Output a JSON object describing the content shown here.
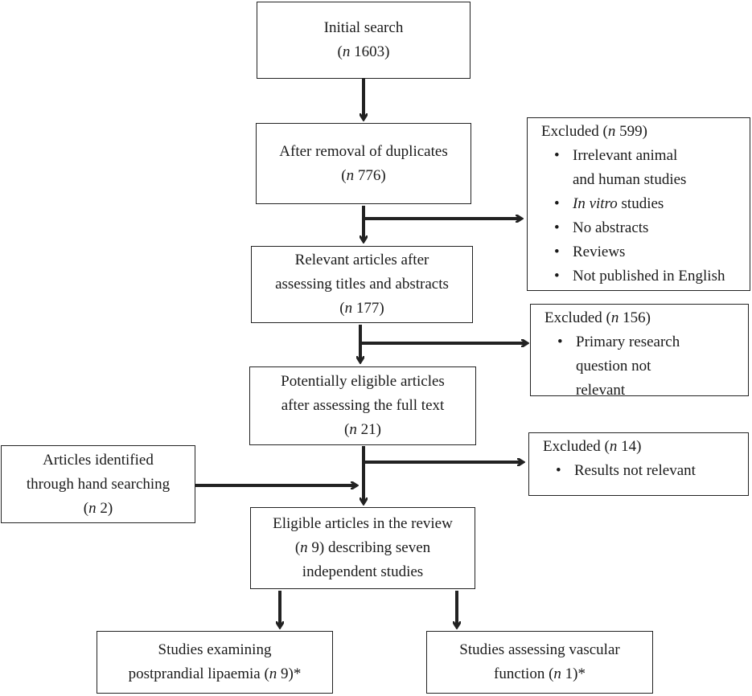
{
  "boxes": {
    "initial": {
      "label": "Initial search",
      "n_prefix": "(",
      "n_italic": "n",
      "n_value": " 1603)"
    },
    "dedup": {
      "label": "After removal of duplicates",
      "n_prefix": "(",
      "n_italic": "n",
      "n_value": " 776)"
    },
    "relevant": {
      "line1": "Relevant articles after",
      "line2": "assessing titles and abstracts",
      "n_prefix": "(",
      "n_italic": "n",
      "n_value": " 177)"
    },
    "potential": {
      "line1": "Potentially eligible articles",
      "line2": "after assessing the full text",
      "n_prefix": "(",
      "n_italic": "n",
      "n_value": " 21)"
    },
    "hand": {
      "line1": "Articles identified",
      "line2": "through hand searching",
      "n_prefix": "(",
      "n_italic": "n",
      "n_value": " 2)"
    },
    "eligible": {
      "line1": "Eligible articles in the review",
      "line2_prefix": "(",
      "line2_italic": "n",
      "line2_rest": " 9) describing seven",
      "line3": "independent studies"
    },
    "lipaemia": {
      "line1": "Studies examining",
      "line2_prefix": "postprandial lipaemia (",
      "line2_italic": "n",
      "line2_rest": " 9)*"
    },
    "vascular": {
      "line1": "Studies assessing vascular",
      "line2_prefix": "function (",
      "line2_italic": "n",
      "line2_rest": " 1)*"
    }
  },
  "excluded": {
    "ex1": {
      "title_prefix": "Excluded (",
      "title_italic": "n",
      "title_rest": " 599)",
      "items": [
        {
          "line1": "Irrelevant animal",
          "line2": "and human studies"
        },
        {
          "italic": "In vitro",
          "rest": " studies"
        },
        {
          "text": "No abstracts"
        },
        {
          "text": "Reviews"
        },
        {
          "text": "Not published in English"
        }
      ]
    },
    "ex2": {
      "title_prefix": "Excluded (",
      "title_italic": "n",
      "title_rest": " 156)",
      "items": [
        {
          "line1": "Primary research",
          "line2": "question not",
          "line3": "relevant"
        }
      ]
    },
    "ex3": {
      "title_prefix": "Excluded (",
      "title_italic": "n",
      "title_rest": " 14)",
      "items": [
        {
          "text": "Results not relevant"
        }
      ]
    }
  }
}
